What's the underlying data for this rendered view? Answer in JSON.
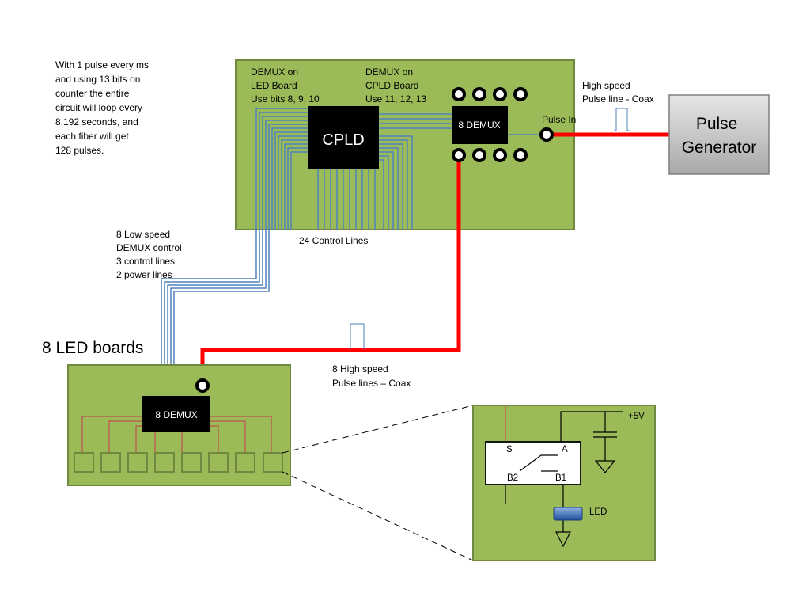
{
  "note": {
    "lines": [
      "With 1 pulse every ms",
      "and using 13 bits on",
      "counter the entire",
      "circuit will loop every",
      "8.192 seconds, and",
      "each fiber will get",
      "128 pulses."
    ]
  },
  "cpld_board": {
    "demux_led_label": [
      "DEMUX  on",
      "LED Board",
      "Use bits 8, 9, 10"
    ],
    "demux_cpld_label": [
      "DEMUX  on",
      "CPLD Board",
      "Use 11, 12, 13"
    ],
    "cpld_chip": "CPLD",
    "demux_chip": "8 DEMUX",
    "pulse_in": "Pulse In",
    "control_lines": "24 Control Lines"
  },
  "coax_top_label": [
    "High speed",
    "Pulse line - Coax"
  ],
  "pulse_generator": [
    "Pulse",
    "Generator"
  ],
  "low_speed_label": [
    "8 Low speed",
    "DEMUX control",
    "3 control lines",
    "2 power lines"
  ],
  "led_boards": {
    "title": "8 LED boards",
    "demux_chip": "8 DEMUX"
  },
  "coax_bottom_label": [
    "8 High speed",
    "Pulse lines – Coax"
  ],
  "detail": {
    "supply": "+5V",
    "switch_pins": [
      "S",
      "A",
      "B2",
      "B1"
    ],
    "led": "LED"
  },
  "colors": {
    "board_green": "#9bbb59",
    "board_border": "#71893f",
    "wire_blue": "#4f81bd",
    "coax_red": "#ff0000",
    "thin_red": "#c0504d",
    "chip_black": "#000000",
    "generator_gray": "#c8c8c8"
  }
}
